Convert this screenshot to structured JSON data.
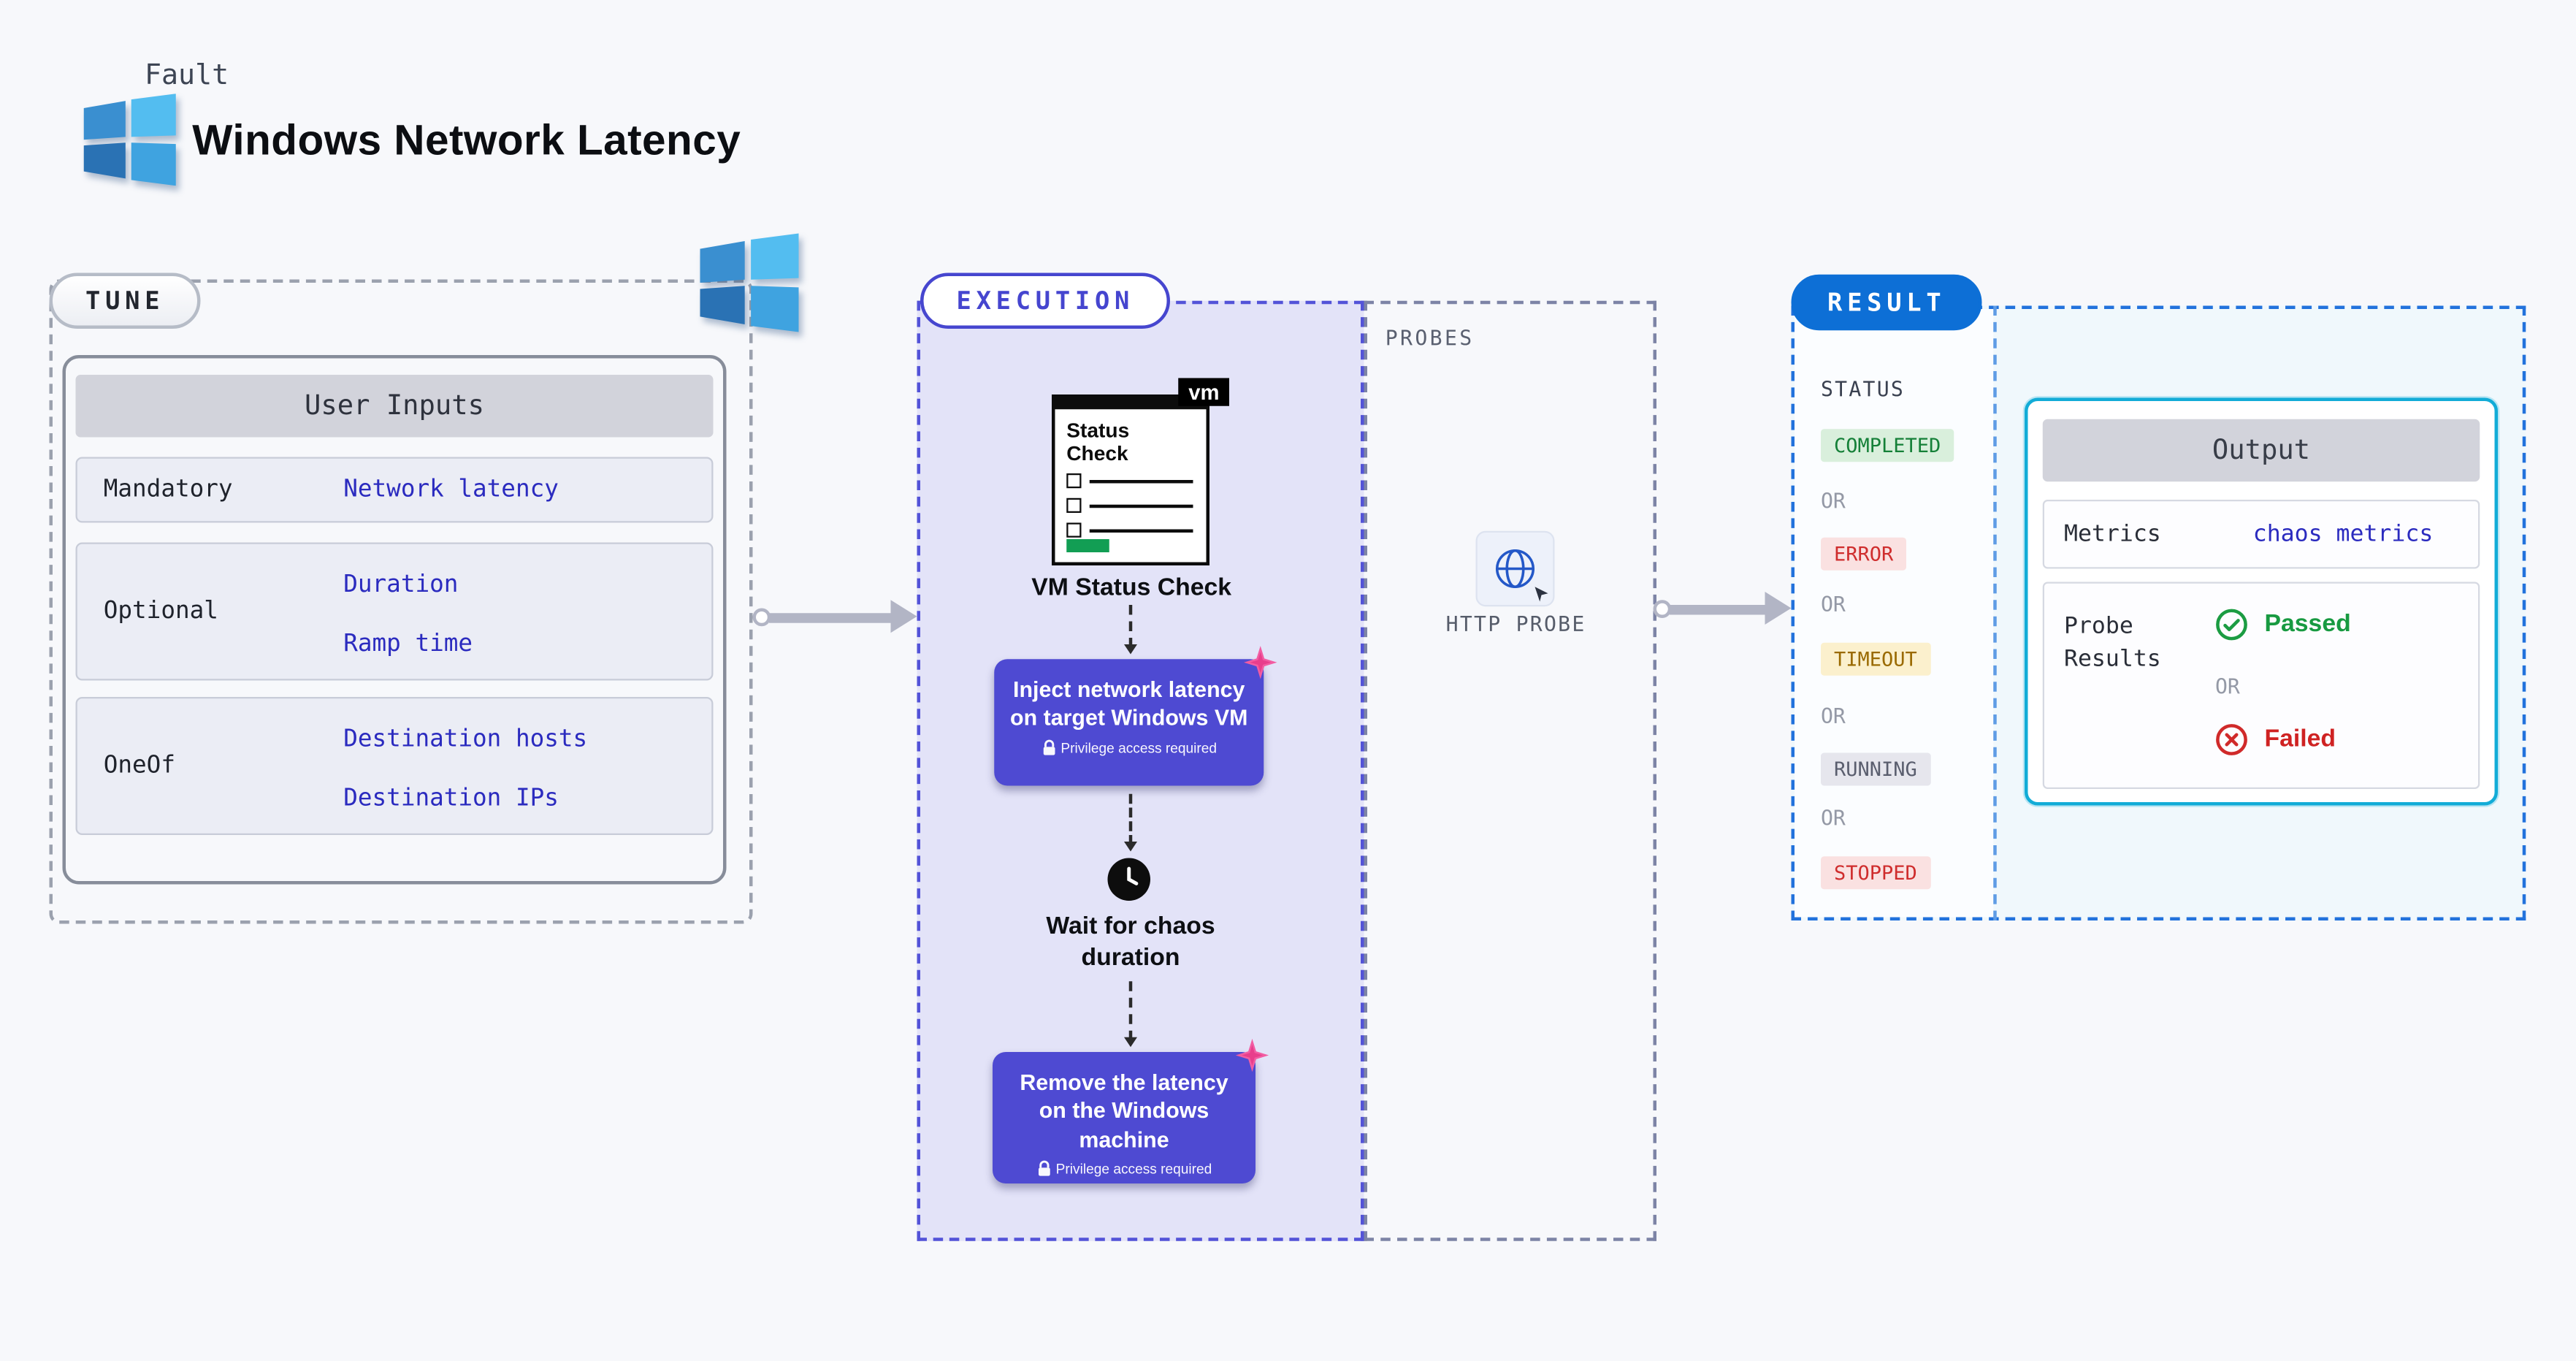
{
  "header": {
    "kicker": "Fault",
    "title": "Windows Network Latency"
  },
  "tune": {
    "label": "TUNE",
    "card_title": "User Inputs",
    "rows": [
      {
        "label": "Mandatory",
        "values": [
          "Network latency"
        ]
      },
      {
        "label": "Optional",
        "values": [
          "Duration",
          "Ramp time"
        ]
      },
      {
        "label": "OneOf",
        "values": [
          "Destination hosts",
          "Destination IPs"
        ]
      }
    ]
  },
  "execution": {
    "label": "EXECUTION",
    "vm_card": {
      "badge": "vm",
      "title": "Status Check"
    },
    "vm_step_label": "VM Status Check",
    "inject_step": {
      "text": "Inject network latency on target Windows VM",
      "note": "Privilege access required"
    },
    "wait_step_label": "Wait for chaos duration",
    "remove_step": {
      "text": "Remove the latency on the Windows machine",
      "note": "Privilege access required"
    },
    "probes": {
      "label": "PROBES",
      "http_probe_label": "HTTP PROBE"
    }
  },
  "result": {
    "label": "RESULT",
    "status_heading": "STATUS",
    "or_label": "OR",
    "statuses": [
      {
        "text": "COMPLETED",
        "type": "green"
      },
      {
        "text": "ERROR",
        "type": "red"
      },
      {
        "text": "TIMEOUT",
        "type": "yellow"
      },
      {
        "text": "RUNNING",
        "type": "gray"
      },
      {
        "text": "STOPPED",
        "type": "red"
      }
    ],
    "output": {
      "title": "Output",
      "metrics_label": "Metrics",
      "metrics_value": "chaos metrics",
      "probe_results_label": "Probe Results",
      "passed_label": "Passed",
      "failed_label": "Failed"
    }
  },
  "colors": {
    "accent_indigo": "#4e4ad2",
    "link_blue": "#2b2bbf",
    "result_blue": "#0d6fd6",
    "output_border_cyan": "#12acd7",
    "success_green": "#189a41",
    "error_red": "#cf2d2d",
    "timeout_yellow": "#9a6a00",
    "arrow_gray": "#b2b5c5",
    "execution_fill": "#e3e3f8",
    "pink_icon": "#f25ca2"
  }
}
